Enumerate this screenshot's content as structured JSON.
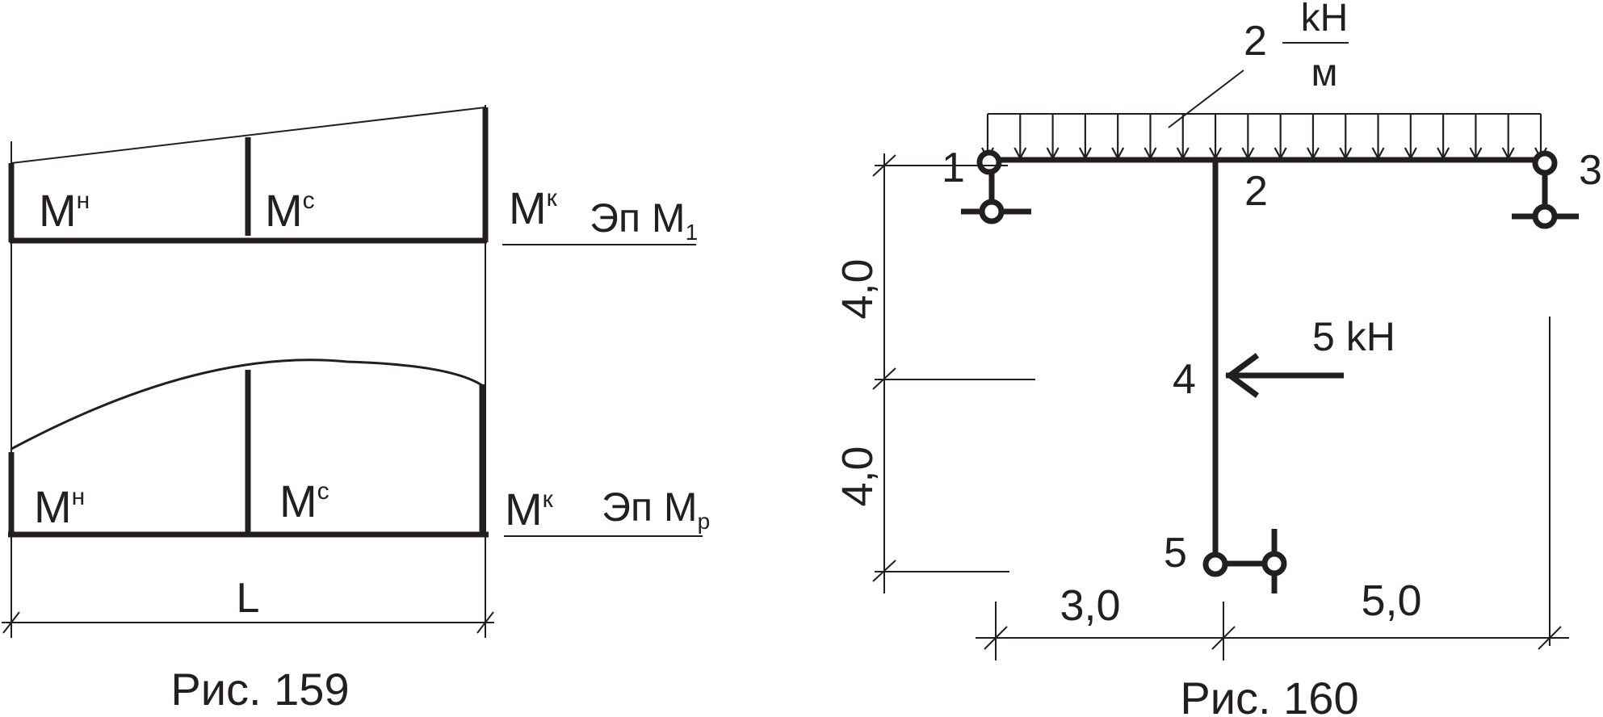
{
  "fig159": {
    "m_label": "M",
    "sup_n": "н",
    "sup_c": "с",
    "sup_k": "к",
    "ep_m1": "Эп M",
    "sub_1": "1",
    "ep_mp": "Эп M",
    "sub_p": "p",
    "length": "L",
    "caption": "Рис. 159"
  },
  "fig160": {
    "load_value": "2",
    "load_unit_num": "kH",
    "load_unit_den": "м",
    "node_1": "1",
    "node_2": "2",
    "node_3": "3",
    "node_4": "4",
    "node_5": "5",
    "force": "5 kH",
    "dim_top_height": "4,0",
    "dim_bottom_height": "4,0",
    "dim_left_width": "3,0",
    "dim_right_width": "5,0",
    "caption": "Рис. 160"
  }
}
